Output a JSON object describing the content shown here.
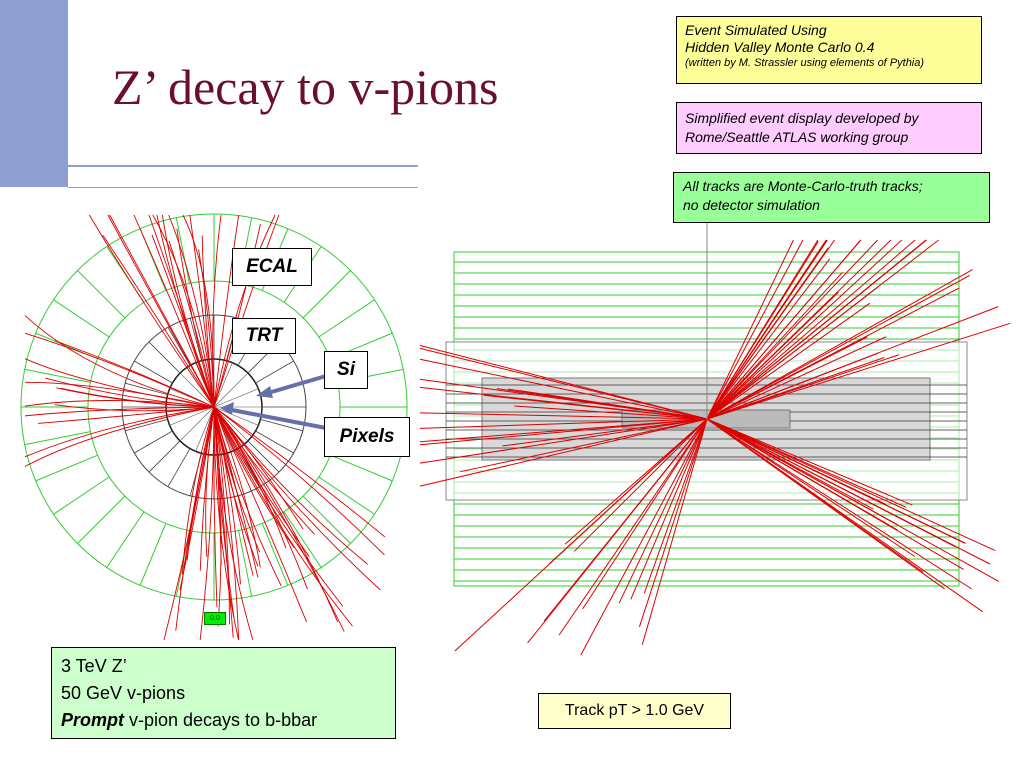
{
  "slide": {
    "title": "Z’ decay to v-pions"
  },
  "notes": {
    "simulation_line1": "Event Simulated Using",
    "simulation_line2": "Hidden Valley Monte Carlo 0.4",
    "simulation_line3": "(written by M. Strassler using elements of Pythia)",
    "display_line1": "Simplified event display developed by",
    "display_line2": "Rome/Seattle ATLAS working group",
    "tracks_line1": "All tracks are Monte-Carlo-truth tracks;",
    "tracks_line2": "no detector simulation"
  },
  "detector_labels": {
    "ecal": "ECAL",
    "trt": "TRT",
    "si": "Si",
    "pixels": "Pixels"
  },
  "event_info": {
    "line1": "3 TeV Z’",
    "line2": "50 GeV v-pions",
    "line3_bold": "Prompt",
    "line3_rest": " v-pion decays to b-bbar"
  },
  "track_cut": "Track pT > 1.0 GeV",
  "scale_badge": "0.0",
  "colors": {
    "title": "#6b0f2e",
    "accent_bar": "#8f9ed1",
    "track": "#dd0000",
    "calorimeter_grid": "#33cc33",
    "tracker_grid": "#444444",
    "arrow": "#6670a8"
  }
}
